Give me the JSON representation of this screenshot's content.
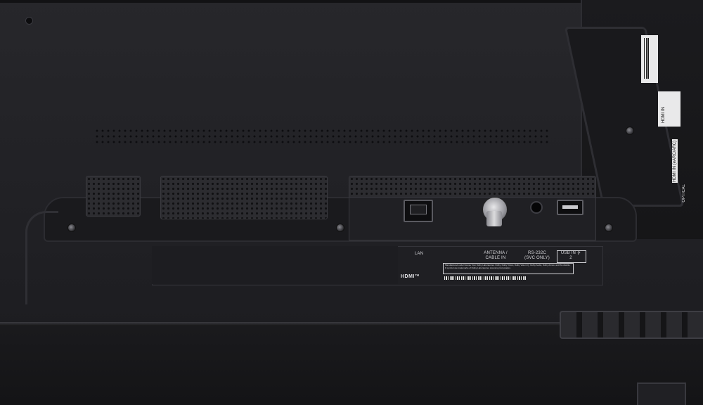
{
  "panel_labels": {
    "lan": "LAN",
    "antenna_line1": "ANTENNA /",
    "antenna_line2": "CABLE IN",
    "rs232_line1": "RS-232C",
    "rs232_line2": "(SVC ONLY)",
    "usb": "USB IN",
    "usb_number": "2",
    "hdmi_logo": "HDMI™",
    "dolby_notice": "Manufactured under license from Dolby Laboratories. Dolby, Dolby Vision, Dolby Vision IQ, Dolby Audio, Dolby Atmos, and the double-D symbol are trademarks of Dolby Laboratories Licensing Corporation."
  },
  "side_labels": {
    "hdmi_in": "HDMI IN",
    "hdmi_arc": "HDMI IN (eARC/ARC)",
    "optical": "OPTICAL"
  },
  "colors": {
    "chassis": "#222226",
    "label_text": "#d8d8dc",
    "sticker": "#e9e9ea"
  }
}
